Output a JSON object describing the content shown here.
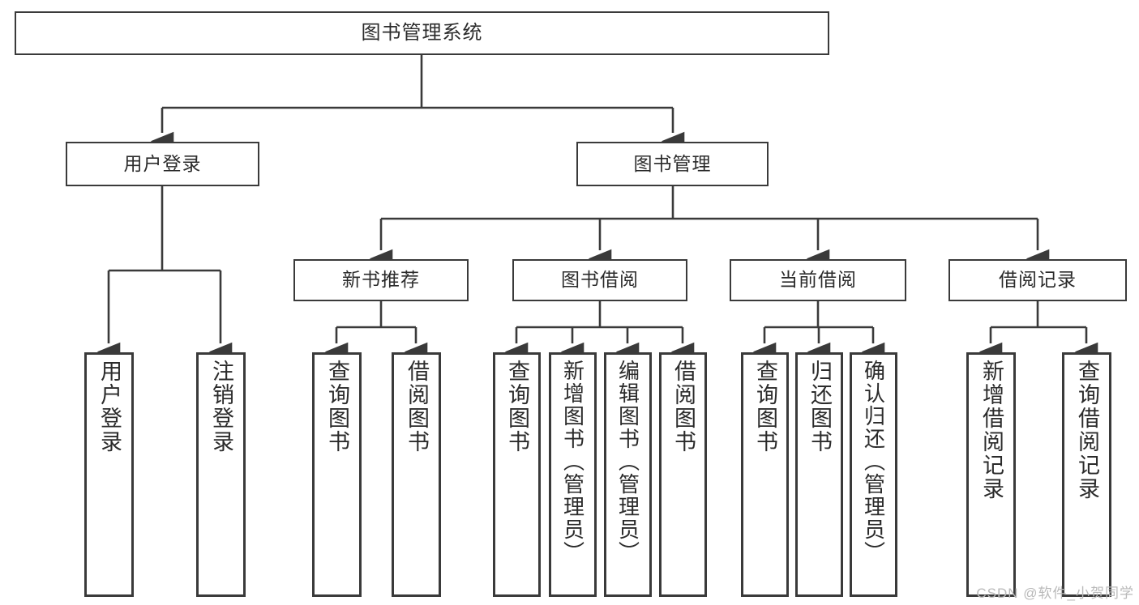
{
  "diagram": {
    "title": "图书管理系统",
    "watermark": "CSDN @软件_小贺同学",
    "stroke_color": "#3a3a3a",
    "text_color": "#2b2b2b",
    "background_color": "#ffffff",
    "root": {
      "label": "图书管理系统"
    },
    "level2": [
      {
        "label": "用户登录"
      },
      {
        "label": "图书管理"
      }
    ],
    "level3": [
      {
        "label": "新书推荐"
      },
      {
        "label": "图书借阅"
      },
      {
        "label": "当前借阅"
      },
      {
        "label": "借阅记录"
      }
    ],
    "leaves": {
      "user_login": [
        {
          "label": "用户登录"
        },
        {
          "label": "注销登录"
        }
      ],
      "new_book_recommend": [
        {
          "label": "查询图书"
        },
        {
          "label": "借阅图书"
        }
      ],
      "book_borrow": [
        {
          "label": "查询图书"
        },
        {
          "label": "新增图书（管理员）"
        },
        {
          "label": "编辑图书（管理员）"
        },
        {
          "label": "借阅图书"
        }
      ],
      "current_borrow": [
        {
          "label": "查询图书"
        },
        {
          "label": "归还图书"
        },
        {
          "label": "确认归还（管理员）"
        }
      ],
      "borrow_record": [
        {
          "label": "新增借阅记录"
        },
        {
          "label": "查询借阅记录"
        }
      ]
    }
  }
}
